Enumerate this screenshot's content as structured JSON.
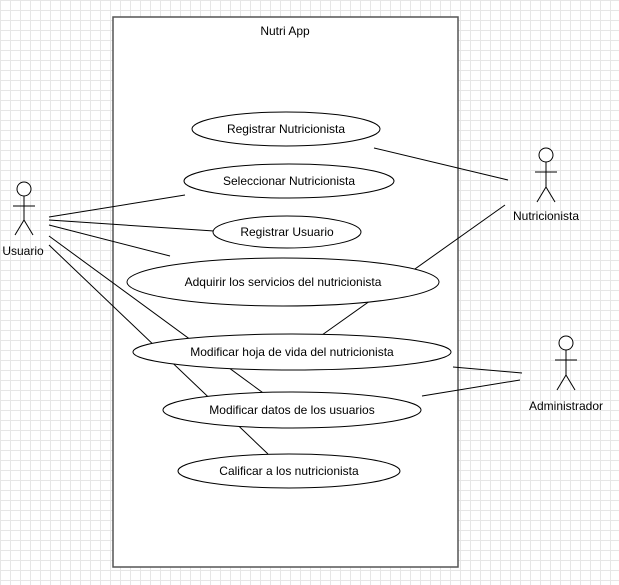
{
  "system": {
    "title": "Nutri App"
  },
  "use_cases": [
    "Registrar Nutricionista",
    "Seleccionar Nutricionista",
    "Registrar Usuario",
    "Adquirir los servicios del nutricionista",
    "Modificar hoja de vida del nutricionista",
    "Modificar datos de los usuarios",
    "Calificar a los nutricionista"
  ],
  "actors": [
    "Usuario",
    "Nutricionista",
    "Administrador"
  ],
  "associations": [
    {
      "actor": "Usuario",
      "use_case": "Seleccionar Nutricionista"
    },
    {
      "actor": "Usuario",
      "use_case": "Registrar Usuario"
    },
    {
      "actor": "Usuario",
      "use_case": "Adquirir los servicios del nutricionista"
    },
    {
      "actor": "Usuario",
      "use_case": "Modificar datos de los usuarios"
    },
    {
      "actor": "Usuario",
      "use_case": "Calificar a los nutricionista"
    },
    {
      "actor": "Nutricionista",
      "use_case": "Registrar Nutricionista"
    },
    {
      "actor": "Nutricionista",
      "use_case": "Modificar hoja de vida del nutricionista"
    },
    {
      "actor": "Administrador",
      "use_case": "Modificar hoja de vida del nutricionista"
    },
    {
      "actor": "Administrador",
      "use_case": "Modificar datos de los usuarios"
    }
  ]
}
